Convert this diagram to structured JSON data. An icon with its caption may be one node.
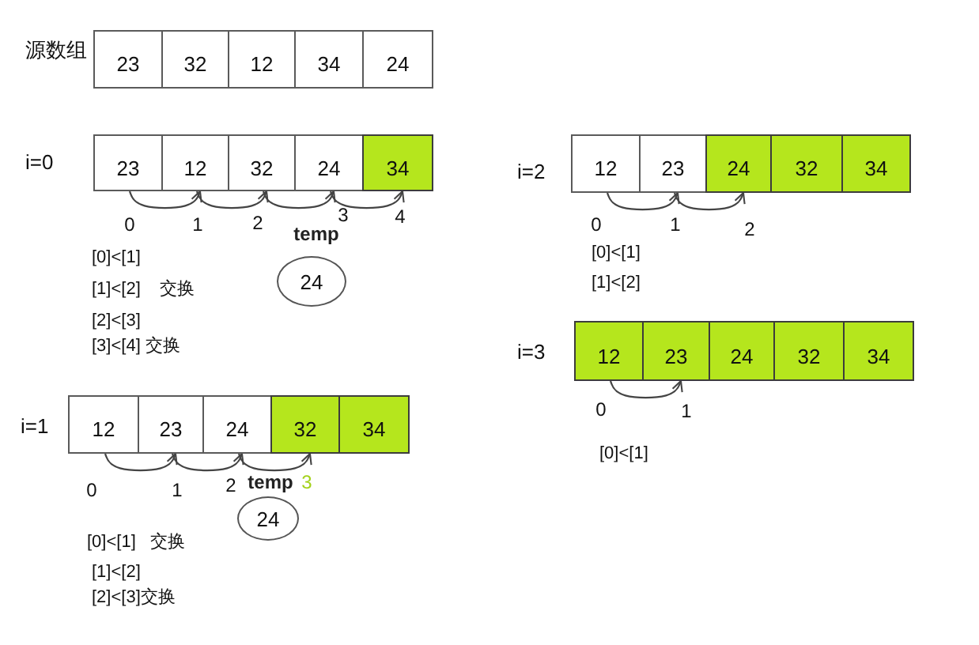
{
  "diagram": {
    "nodes": [
      {
        "text": [
          "23"
        ]
      },
      {
        "text": [
          "32"
        ]
      },
      {
        "text": [
          "12"
        ]
      },
      {
        "text": [
          "34"
        ]
      },
      {
        "text": [
          "24"
        ]
      },
      {
        "text": [
          "23"
        ]
      },
      {
        "text": [
          "12"
        ]
      },
      {
        "text": [
          "32"
        ]
      },
      {
        "text": [
          "24"
        ]
      },
      {
        "text": [
          "34"
        ]
      },
      {
        "text": [
          "24"
        ],
        "beside": [
          "temp"
        ]
      },
      {
        "text": [
          "12"
        ]
      },
      {
        "text": [
          "23"
        ]
      },
      {
        "text": [
          "24"
        ]
      },
      {
        "text": [
          "32"
        ]
      },
      {
        "text": [
          "34"
        ]
      },
      {
        "text": [
          "24"
        ],
        "beside": [
          "temp"
        ]
      },
      {
        "text": [
          "12"
        ]
      },
      {
        "text": [
          "23"
        ]
      },
      {
        "text": [
          "24"
        ]
      },
      {
        "text": [
          "32"
        ]
      },
      {
        "text": [
          "34"
        ]
      },
      {
        "text": [
          "12"
        ]
      },
      {
        "text": [
          "23"
        ]
      },
      {
        "text": [
          "24"
        ]
      },
      {
        "text": [
          "32"
        ]
      },
      {
        "text": [
          "34"
        ]
      }
    ],
    "edges": [
      {
        "from": 5,
        "to": 6,
        "arrow": "to"
      },
      {
        "from": 6,
        "to": 7,
        "arrow": "to"
      },
      {
        "from": 7,
        "to": 8,
        "arrow": "to"
      },
      {
        "from": 8,
        "to": 9,
        "arrow": "to"
      },
      {
        "from": 11,
        "to": 12,
        "arrow": "to"
      },
      {
        "from": 12,
        "to": 13,
        "arrow": "to"
      },
      {
        "from": 13,
        "to": 14,
        "arrow": "to"
      },
      {
        "from": 17,
        "to": 18,
        "arrow": "to"
      },
      {
        "from": 18,
        "to": 19,
        "arrow": "to"
      },
      {
        "from": 22,
        "to": 23,
        "arrow": "to"
      }
    ],
    "labels": [
      "源数组",
      "i=0",
      "0",
      "1",
      "2",
      "3",
      "4",
      "[0]<[1]",
      "[1]<[2] 交换",
      "[2]<[3]",
      "[3]<[4] 交换",
      "i=1",
      "0",
      "1",
      "2",
      "3",
      "[0]<[1] 交换",
      "[1]<[2]",
      "[2]<[3]交换",
      "i=2",
      "0",
      "1",
      "2",
      "[0]<[1]",
      "[1]<[2]",
      "i=3",
      "0",
      "1",
      "[0]<[1]"
    ]
  }
}
